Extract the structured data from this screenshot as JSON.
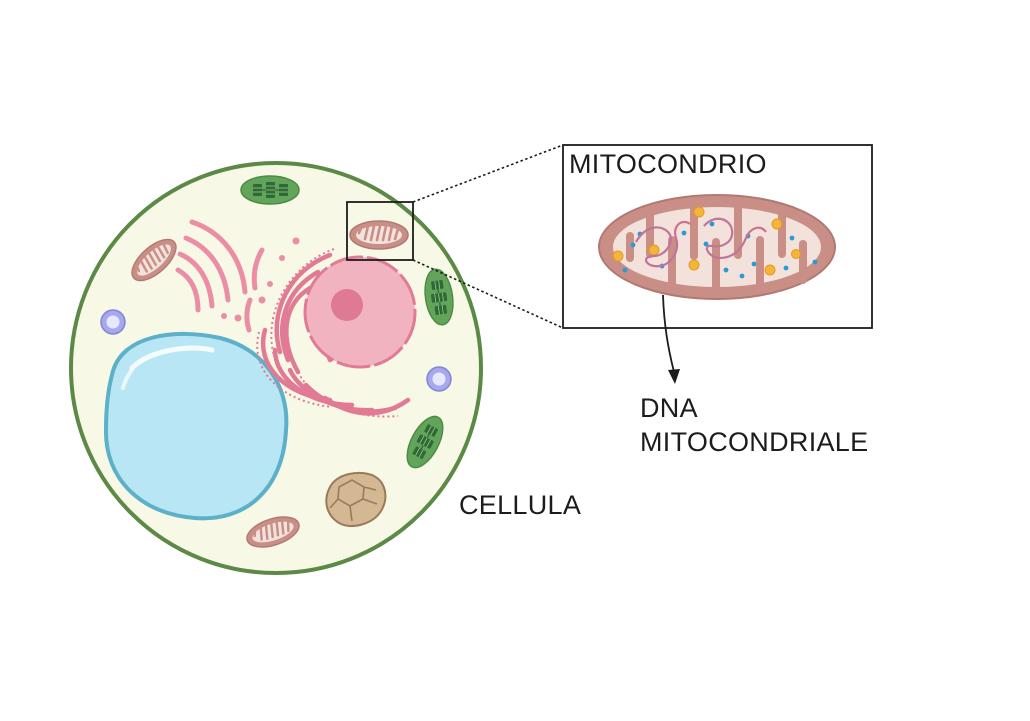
{
  "labels": {
    "mitochondrion": "MITOCONDRIO",
    "mtdna_line1": "DNA",
    "mtdna_line2": "MITOCONDRIALE",
    "cell": "CELLULA"
  },
  "colors": {
    "cytoplasm": "#f7f9e6",
    "cell_membrane": "#5c8a46",
    "vacuole": "#b8e6f5",
    "vacuole_border": "#5cb0c8",
    "nucleus": "#f2b3c0",
    "nucleolus": "#de7a93",
    "endoplasmic_reticulum": "#e17a95",
    "golgi": "#eb8ea5",
    "chloroplast": "#62a55a",
    "mitochondrion": "#c98f86",
    "mito_inner": "#f3e1dc",
    "vesicle": "#a7a8ee",
    "granule": "#d4b894",
    "mito_particle_orange": "#f5b43b",
    "mito_particle_blue": "#2c98d4",
    "mtdna_strand": "#cf6f8f",
    "ink": "#1c1c1c"
  },
  "icons": {
    "arrow": "arrow-down-icon",
    "zoom": "zoom-box-icon"
  }
}
